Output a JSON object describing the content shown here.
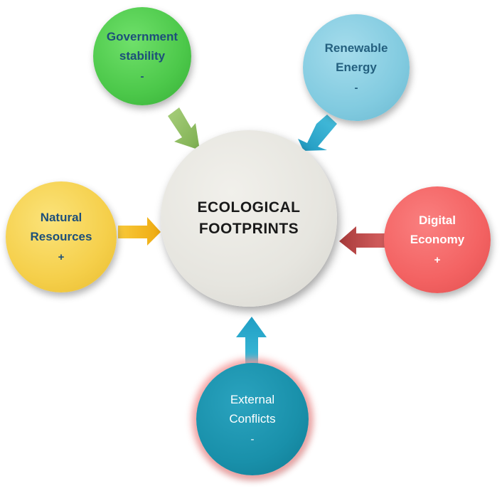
{
  "center": {
    "line1": "ECOLOGICAL",
    "line2": "FOOTPRINTS"
  },
  "factors": {
    "government": {
      "line1": "Government",
      "line2": "stability",
      "sign": "-"
    },
    "renewable": {
      "line1": "Renewable",
      "line2": "Energy",
      "sign": "-"
    },
    "natural": {
      "line1": "Natural",
      "line2": "Resources",
      "sign": "+"
    },
    "digital": {
      "line1": "Digital",
      "line2": "Economy",
      "sign": "+"
    },
    "external": {
      "line1": "External",
      "line2": "Conflicts",
      "sign": "-"
    }
  },
  "colors": {
    "government": "#4cc84a",
    "renewable": "#82cbe0",
    "natural": "#f5cf4a",
    "digital": "#f36262",
    "external": "#1990aa",
    "center": "#e6e5df",
    "arrow_government": "#8fbf63",
    "arrow_renewable": "#2fa8cc",
    "arrow_natural": "#f2b817",
    "arrow_digital": "#b84646",
    "arrow_external": "#2aaed0"
  }
}
